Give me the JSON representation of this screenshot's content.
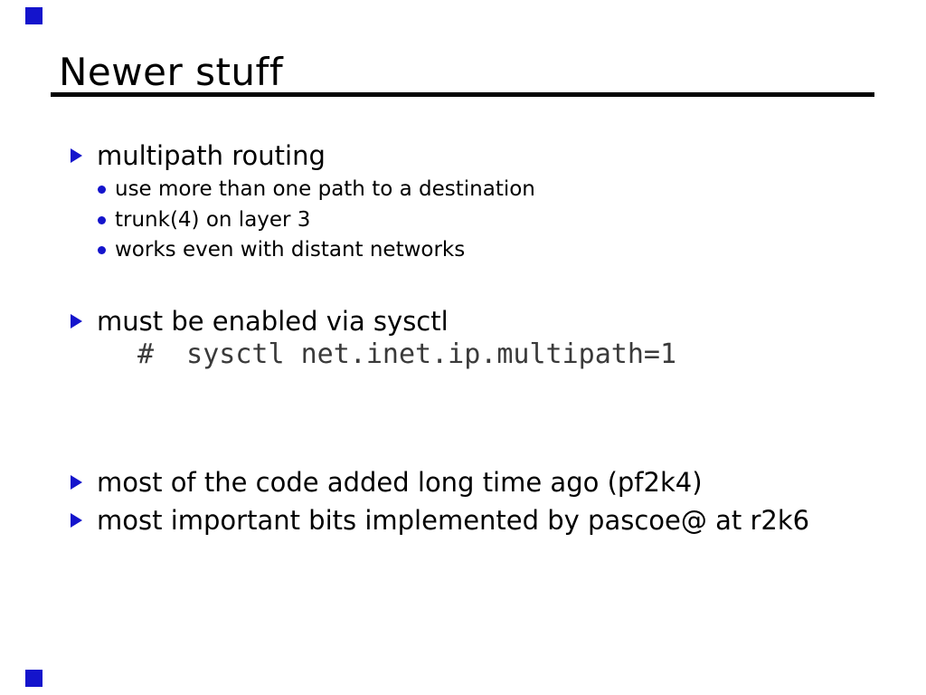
{
  "slide": {
    "title": "Newer stuff",
    "accent_color": "#1414cc",
    "code_color": "#3a3a3a",
    "bullets": [
      {
        "label": "multipath routing",
        "sub": [
          "use more than one path to a destination",
          "trunk(4) on layer 3",
          "works even with distant networks"
        ]
      },
      {
        "label": "must be enabled via sysctl",
        "code": "#  sysctl net.inet.ip.multipath=1"
      },
      {
        "label": "most of the code added long time ago (pf2k4)"
      },
      {
        "label": "most important bits implemented by pascoe@ at r2k6"
      }
    ]
  }
}
